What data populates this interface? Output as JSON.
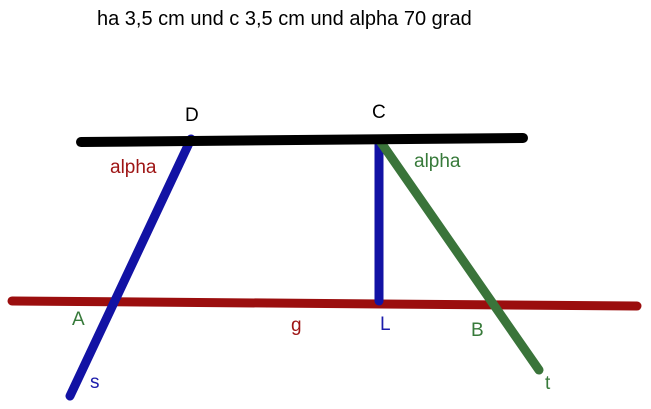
{
  "title": "ha 3,5 cm und c 3,5 cm und alpha 70 grad",
  "colors": {
    "segment_c": "#000000",
    "line_g": "#9b0e0e",
    "ray_s": "#1212a4",
    "altitude_ha": "#1212a4",
    "ray_t": "#3a743a",
    "label_black": "#000000",
    "label_red": "#9e1414",
    "label_blue": "#1c1cab",
    "label_green": "#377a3a"
  },
  "labels": {
    "point_d": "D",
    "point_c": "C",
    "angle_alpha_left": "alpha",
    "angle_alpha_right": "alpha",
    "point_a": "A",
    "line_g": "g",
    "point_l": "L",
    "point_b": "B",
    "ray_s": "s",
    "ray_t": "t"
  }
}
